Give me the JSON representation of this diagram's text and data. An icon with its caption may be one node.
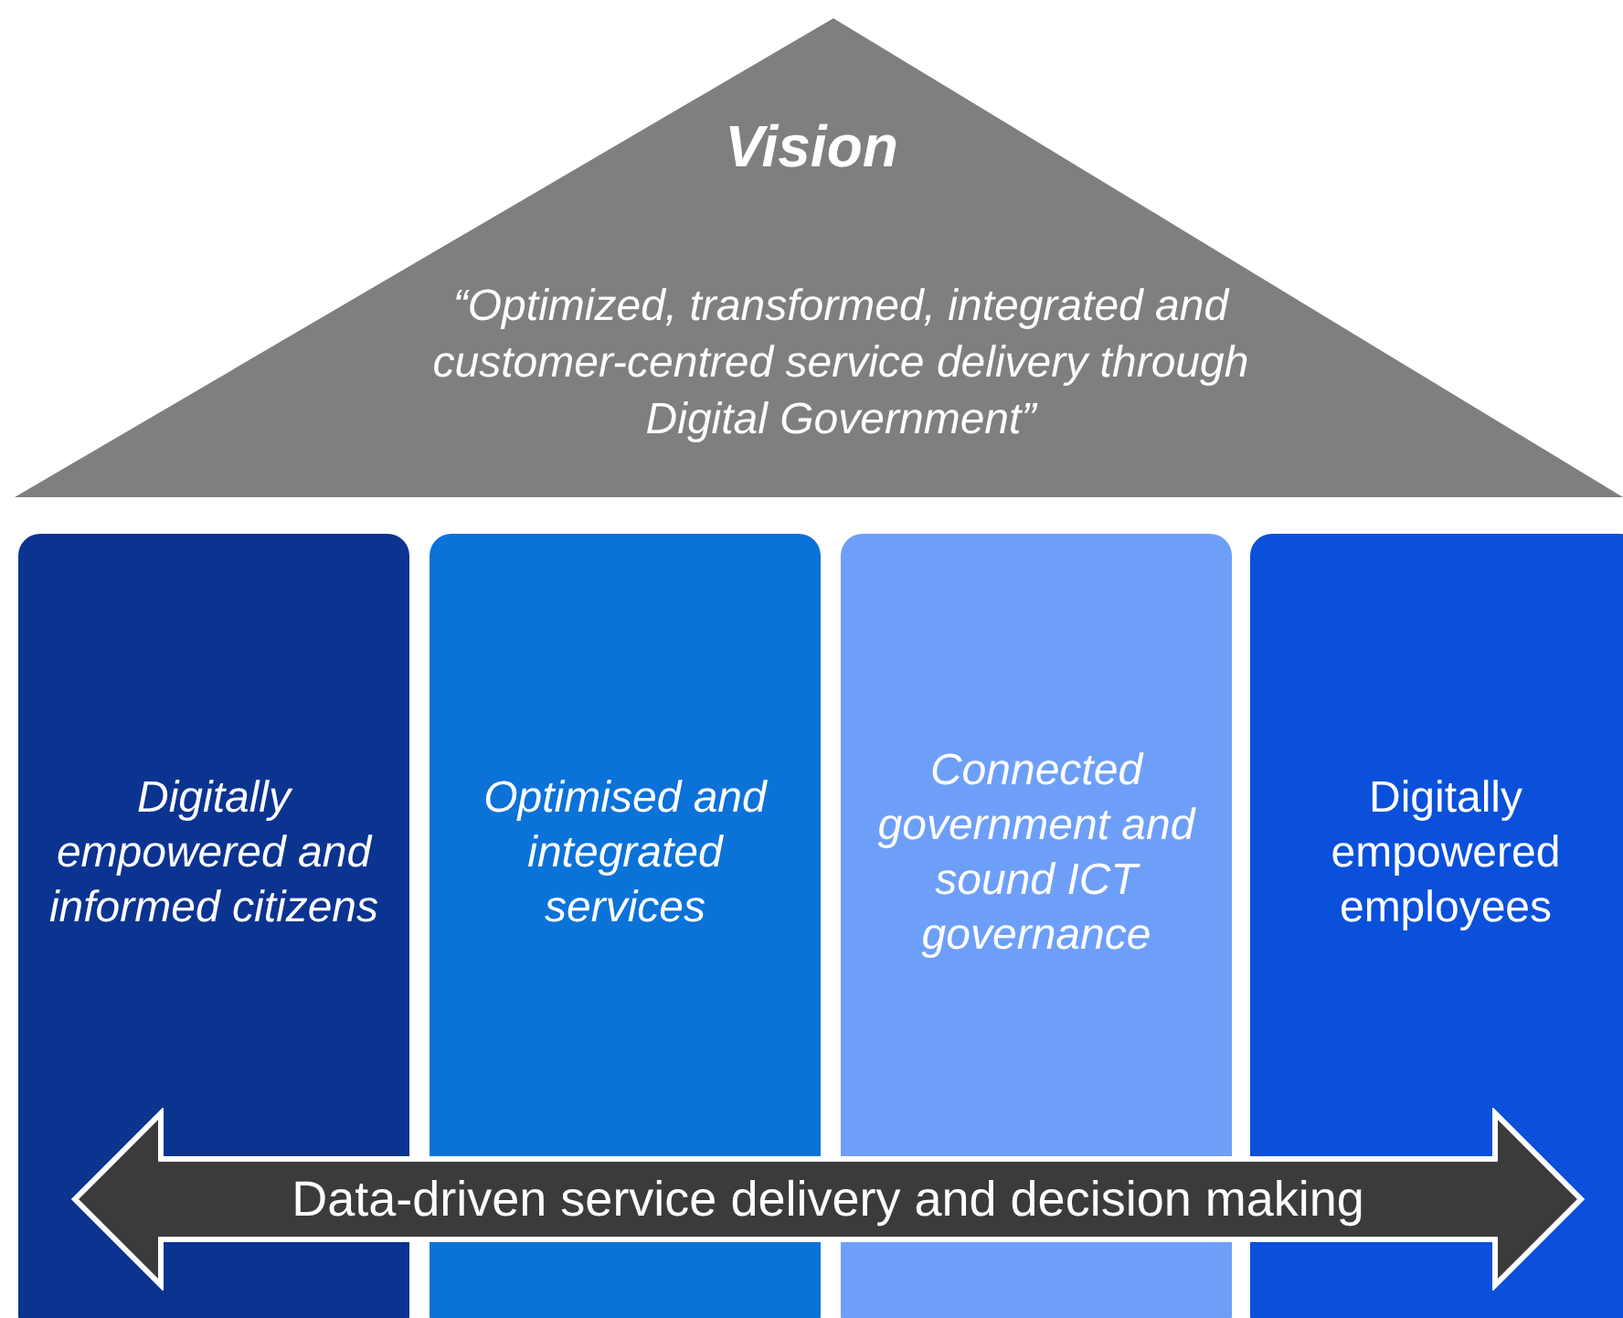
{
  "diagram": {
    "nodes": [
      {
        "text": [
          "Vision",
          "“Optimized, transformed, integrated and customer-centred service delivery through Digital Government”"
        ]
      },
      {
        "text": [
          "Digitally empowered and informed citizens"
        ]
      },
      {
        "text": [
          "Optimised and integrated services"
        ]
      },
      {
        "text": [
          "Connected government and sound ICT governance"
        ]
      },
      {
        "text": [
          "Digitally empowered employees"
        ]
      },
      {
        "text": [
          "Data-driven service delivery and decision making"
        ]
      }
    ]
  }
}
